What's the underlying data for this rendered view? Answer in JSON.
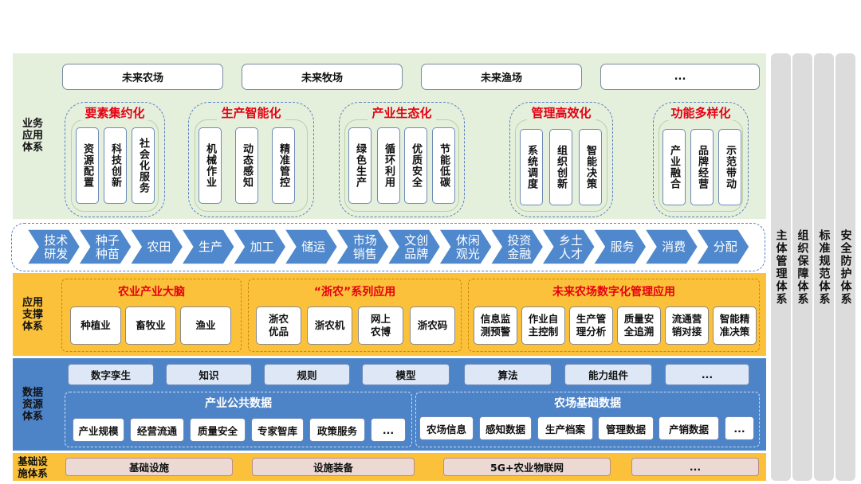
{
  "layers": {
    "business": "业务\n应用\n体系",
    "support": "应用\n支撑\n体系",
    "data": "数据\n资源\n体系",
    "infra": "基础设\n施体系"
  },
  "business": {
    "farms": [
      "未来农场",
      "未来牧场",
      "未来渔场",
      "..."
    ],
    "groups": [
      {
        "title": "要素集约化",
        "items": [
          "资源配置",
          "科技创新",
          "社会化服务"
        ]
      },
      {
        "title": "生产智能化",
        "items": [
          "机械作业",
          "动态感知",
          "精准管控"
        ]
      },
      {
        "title": "产业生态化",
        "items": [
          "绿色生产",
          "循环利用",
          "优质安全",
          "节能低碳"
        ]
      },
      {
        "title": "管理高效化",
        "items": [
          "系统调度",
          "组织创新",
          "智能决策"
        ]
      },
      {
        "title": "功能多样化",
        "items": [
          "产业融合",
          "品牌经营",
          "示范带动"
        ]
      }
    ]
  },
  "chain": [
    "技术\n研发",
    "种子\n种苗",
    "农田",
    "生产",
    "加工",
    "储运",
    "市场\n销售",
    "文创\n品牌",
    "休闲\n观光",
    "投资\n金融",
    "乡土\n人才",
    "服务",
    "消费",
    "分配"
  ],
  "support": {
    "groups": [
      {
        "title": "农业产业大脑",
        "items": [
          "种植业",
          "畜牧业",
          "渔业"
        ]
      },
      {
        "title": "“浙农”系列应用",
        "items": [
          "浙农\n优品",
          "浙农机",
          "网上\n农博",
          "浙农码"
        ]
      },
      {
        "title": "未来农场数字化管理应用",
        "items": [
          "信息监\n测预警",
          "作业自\n主控制",
          "生产管\n理分析",
          "质量安\n全追溯",
          "流通营\n销对接",
          "智能精\n准决策"
        ]
      }
    ]
  },
  "data": {
    "top": [
      "数字孪生",
      "知识",
      "规则",
      "模型",
      "算法",
      "能力组件",
      "..."
    ],
    "public": {
      "title": "产业公共数据",
      "items": [
        "产业规模",
        "经营流通",
        "质量安全",
        "专家智库",
        "政策服务",
        "..."
      ]
    },
    "farm": {
      "title": "农场基础数据",
      "items": [
        "农场信息",
        "感知数据",
        "生产档案",
        "管理数据",
        "产销数据",
        "..."
      ]
    }
  },
  "infra": [
    "基础设施",
    "设施装备",
    "5G+农业物联网",
    "..."
  ],
  "side": [
    "主体管理体系",
    "组织保障体系",
    "标准规范体系",
    "安全防护体系"
  ],
  "colors": {
    "business_bg": "#e4f0dc",
    "support_bg": "#fbc13a",
    "data_bg": "#4d84c8",
    "infra_bg": "#fbc13a",
    "chain_fill": "#4f88cc",
    "title_red": "#e60012",
    "side_gray": "#dcdcdc"
  }
}
